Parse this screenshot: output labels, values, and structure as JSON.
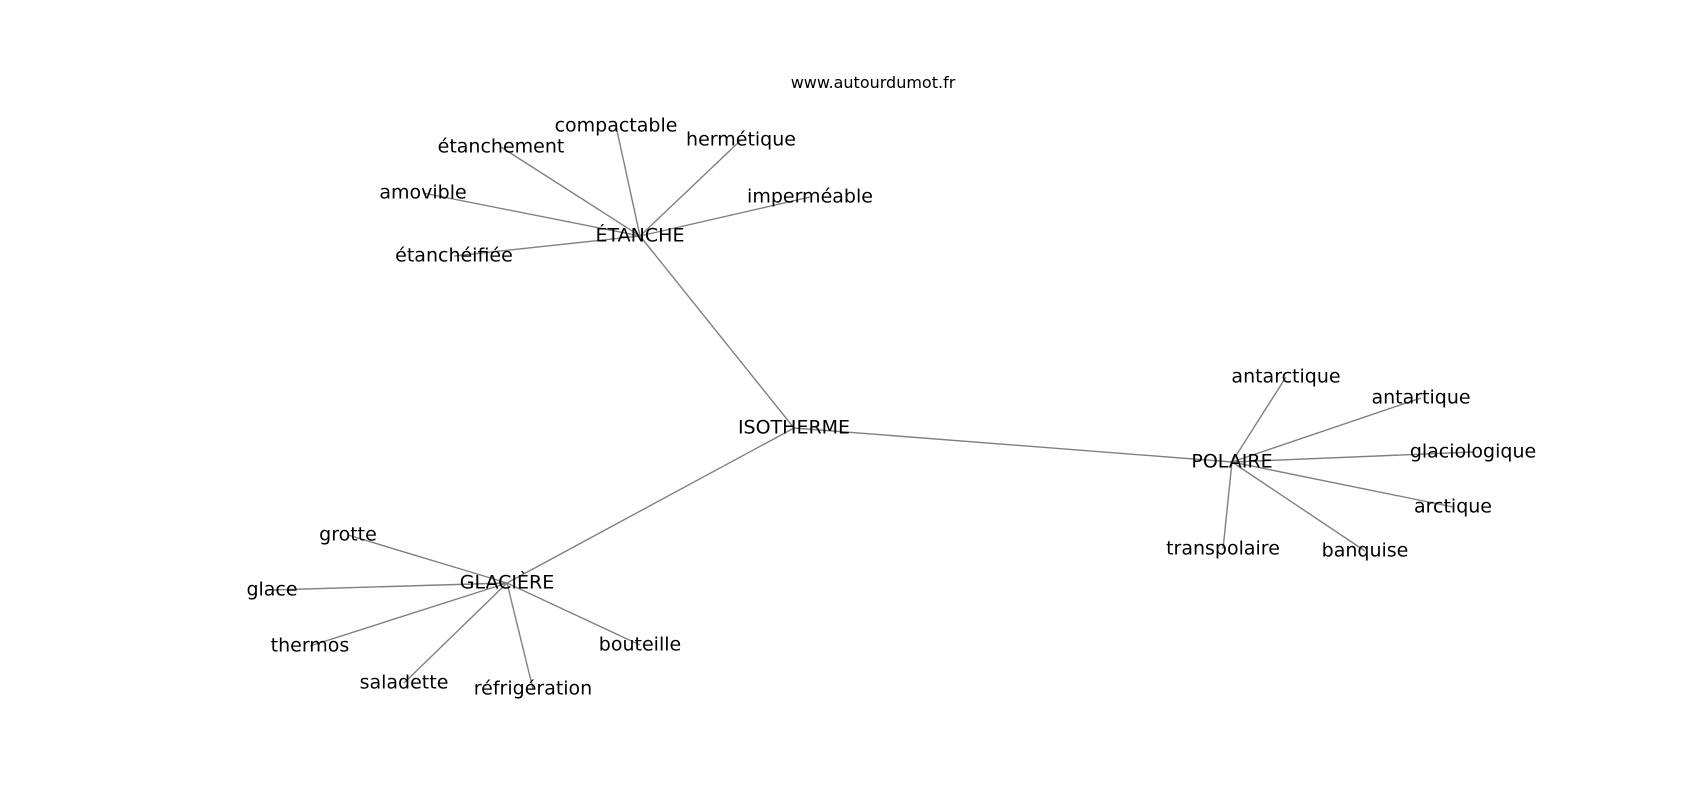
{
  "header": {
    "site": "www.autourdumot.fr"
  },
  "colors": {
    "edge": "#808080",
    "text": "#000000",
    "background": "#ffffff"
  },
  "graph": {
    "nodes": [
      {
        "id": "isotherme",
        "label": "ISOTHERME"
      },
      {
        "id": "etanche",
        "label": "ÉTANCHE"
      },
      {
        "id": "polaire",
        "label": "POLAIRE"
      },
      {
        "id": "glaciere",
        "label": "GLACIÈRE"
      },
      {
        "id": "compactable",
        "label": "compactable"
      },
      {
        "id": "etanchement",
        "label": "étanchement"
      },
      {
        "id": "hermetique",
        "label": "hermétique"
      },
      {
        "id": "amovible",
        "label": "amovible"
      },
      {
        "id": "impermeable",
        "label": "imperméable"
      },
      {
        "id": "etancheifiee",
        "label": "étanchéifiée"
      },
      {
        "id": "antarctique",
        "label": "antarctique"
      },
      {
        "id": "antartique",
        "label": "antartique"
      },
      {
        "id": "glaciologique",
        "label": "glaciologique"
      },
      {
        "id": "arctique",
        "label": "arctique"
      },
      {
        "id": "transpolaire",
        "label": "transpolaire"
      },
      {
        "id": "banquise",
        "label": "banquise"
      },
      {
        "id": "grotte",
        "label": "grotte"
      },
      {
        "id": "glace",
        "label": "glace"
      },
      {
        "id": "thermos",
        "label": "thermos"
      },
      {
        "id": "saladette",
        "label": "saladette"
      },
      {
        "id": "refrigeration",
        "label": "réfrigération"
      },
      {
        "id": "bouteille",
        "label": "bouteille"
      }
    ],
    "edges": [
      [
        "isotherme",
        "etanche"
      ],
      [
        "isotherme",
        "polaire"
      ],
      [
        "isotherme",
        "glaciere"
      ],
      [
        "etanche",
        "compactable"
      ],
      [
        "etanche",
        "etanchement"
      ],
      [
        "etanche",
        "hermetique"
      ],
      [
        "etanche",
        "amovible"
      ],
      [
        "etanche",
        "impermeable"
      ],
      [
        "etanche",
        "etancheifiee"
      ],
      [
        "polaire",
        "antarctique"
      ],
      [
        "polaire",
        "antartique"
      ],
      [
        "polaire",
        "glaciologique"
      ],
      [
        "polaire",
        "arctique"
      ],
      [
        "polaire",
        "transpolaire"
      ],
      [
        "polaire",
        "banquise"
      ],
      [
        "glaciere",
        "grotte"
      ],
      [
        "glaciere",
        "glace"
      ],
      [
        "glaciere",
        "thermos"
      ],
      [
        "glaciere",
        "saladette"
      ],
      [
        "glaciere",
        "refrigeration"
      ],
      [
        "glaciere",
        "bouteille"
      ]
    ]
  }
}
